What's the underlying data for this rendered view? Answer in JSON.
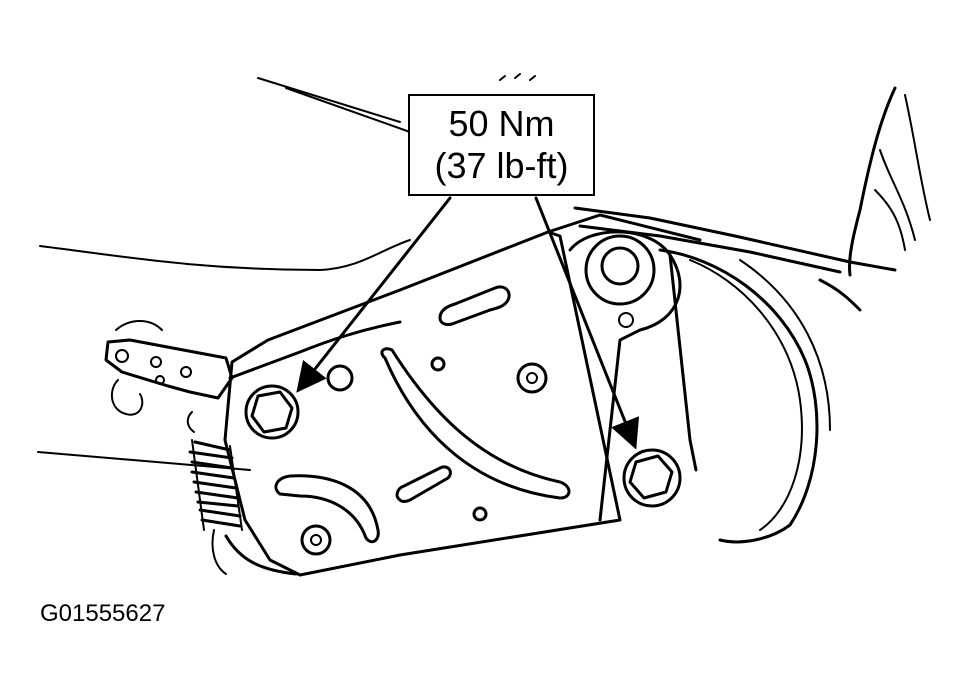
{
  "callout": {
    "torque_metric": "50 Nm",
    "torque_imperial": "(37 lb-ft)"
  },
  "figure_id": "G01555627"
}
